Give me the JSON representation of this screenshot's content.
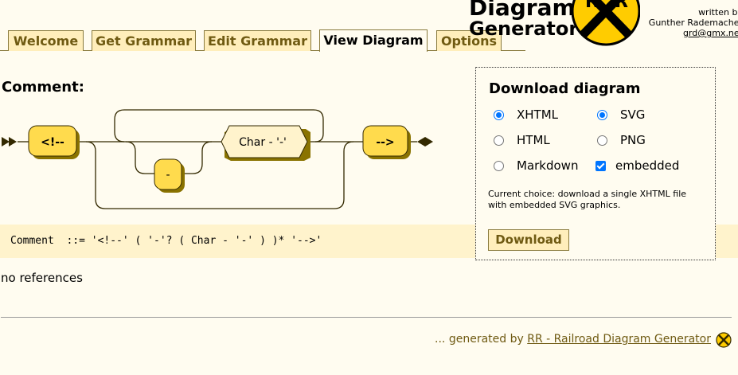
{
  "tabs": [
    {
      "label": "Welcome",
      "active": false
    },
    {
      "label": "Get Grammar",
      "active": false
    },
    {
      "label": "Edit Grammar",
      "active": false
    },
    {
      "label": "View Diagram",
      "active": true
    },
    {
      "label": "Options",
      "active": false
    }
  ],
  "logo": {
    "title": "Diagram",
    "subtitle": "Generator",
    "sign_letters": [
      "R",
      "R"
    ]
  },
  "author": {
    "written_by": "written by",
    "name": "Gunther Rademacher",
    "email": "grd@gmx.net"
  },
  "rule": {
    "title": "Comment:",
    "ebnf": "Comment  ::= '<!--' ( '-'? ( Char - '-' ) )* '-->'",
    "references": "no references"
  },
  "diagram": {
    "terminal_start": "<!--",
    "terminal_dash": "-",
    "nonterminal": "Char - '-'",
    "terminal_end": "-->"
  },
  "download": {
    "title": "Download diagram",
    "options": [
      {
        "label": "XHTML",
        "type": "radio",
        "group": "format",
        "checked": true
      },
      {
        "label": "SVG",
        "type": "radio",
        "group": "graphics",
        "checked": true
      },
      {
        "label": "HTML",
        "type": "radio",
        "group": "format",
        "checked": false
      },
      {
        "label": "PNG",
        "type": "radio",
        "group": "graphics",
        "checked": false
      },
      {
        "label": "Markdown",
        "type": "radio",
        "group": "format",
        "checked": false
      },
      {
        "label": "embedded",
        "type": "checkbox",
        "group": "embed",
        "checked": true
      }
    ],
    "choice_text": "Current choice: download a single XHTML file with embedded SVG graphics.",
    "button_label": "Download"
  },
  "footer": {
    "prefix": "... generated by ",
    "link": "RR - Railroad Diagram Generator"
  },
  "colors": {
    "background": "#FFFCF0",
    "tab_background": "#FFEEBB",
    "terminal_fill": "#FFDB4D",
    "nonterminal_fill": "#FFF3CC",
    "accent_text": "#6F5A12",
    "radio_blue": "#0075FF"
  },
  "icons": {
    "logo_sign": "railroad-crossing-icon",
    "footer_icon": "railroad-crossing-icon",
    "arrow": "double-arrow-icon"
  }
}
